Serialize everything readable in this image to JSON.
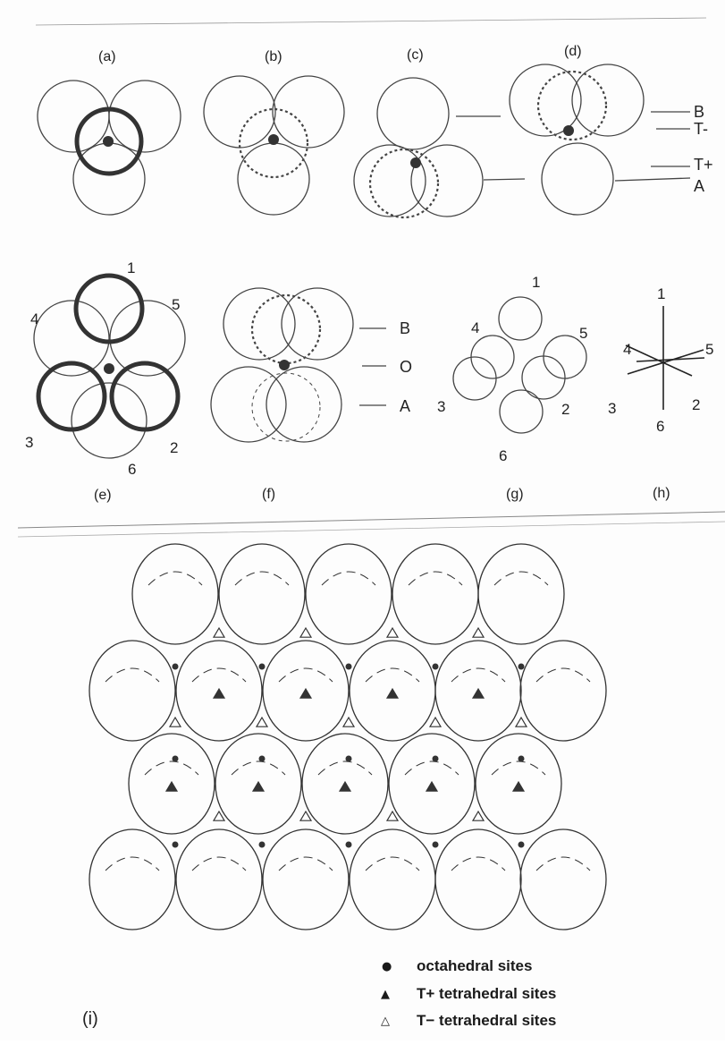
{
  "panels": {
    "a": "(a)",
    "b": "(b)",
    "c": "(c)",
    "d": "(d)",
    "e": "(e)",
    "f": "(f)",
    "g": "(g)",
    "h": "(h)",
    "i": "(i)"
  },
  "layer_labels": {
    "d": [
      "B",
      "T-",
      "T+",
      "A"
    ],
    "f": [
      "B",
      "O",
      "A"
    ]
  },
  "ball_numbers": [
    "1",
    "2",
    "3",
    "4",
    "5",
    "6"
  ],
  "legend": {
    "octahedral": "octahedral sites",
    "t_plus": "T+ tetrahedral sites",
    "t_minus": "T− tetrahedral sites"
  }
}
